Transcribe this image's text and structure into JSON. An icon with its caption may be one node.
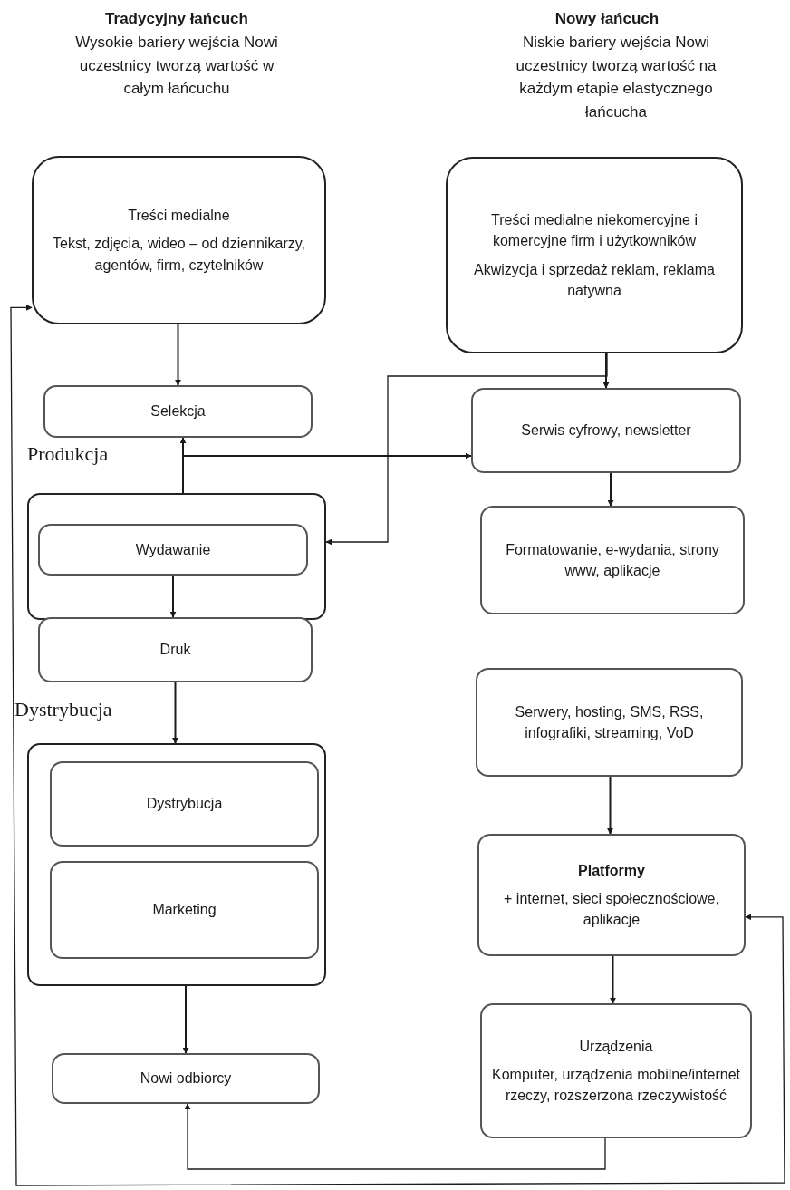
{
  "diagram": {
    "nodes": [
      {
        "text": [
          "Treści medialne",
          "Tekst, zdjęcia, wideo – od dziennikarzy, agentów, firm, czytelników"
        ]
      },
      {
        "text": [
          "Selekcja"
        ]
      },
      {
        "text": [
          "Produkcja"
        ]
      },
      {
        "text": [
          "Wydawanie"
        ],
        "in": 2
      },
      {
        "text": [
          "Druk"
        ]
      },
      {
        "text": [
          "Dystrybucja"
        ]
      },
      {
        "text": [
          "Dystrybucja"
        ],
        "in": 5
      },
      {
        "text": [
          "Marketing"
        ],
        "in": 5
      },
      {
        "text": [
          "Nowi odbiorcy"
        ]
      },
      {
        "text": [
          "Treści medialne niekomercyjne i komercyjne firm i użytkowników",
          "Akwizycja i sprzedaż reklam, reklama natywna"
        ]
      },
      {
        "text": [
          "Serwis cyfrowy, newsletter"
        ]
      },
      {
        "text": [
          "Formatowanie, e-wydania, strony www, aplikacje"
        ]
      },
      {
        "text": [
          "Serwery, hosting, SMS, RSS, infografiki, streaming, VoD"
        ]
      },
      {
        "text": [
          "Platformy",
          "+ internet, sieci społecznościowe, aplikacje"
        ]
      },
      {
        "text": [
          "Urządzenia",
          "Komputer, urządzenia mobilne/internet rzeczy, rozszerzona rzeczywistość"
        ]
      }
    ],
    "edges": [
      {
        "from": 0,
        "to": 1,
        "arrow": "to"
      },
      {
        "from": 2,
        "to": 1,
        "arrow": "to"
      },
      {
        "from": 2,
        "to": 10,
        "arrow": "to"
      },
      {
        "from": 9,
        "to": 10,
        "arrow": "to"
      },
      {
        "from": 9,
        "to": 2,
        "arrow": "to"
      },
      {
        "from": 3,
        "to": 4,
        "arrow": "to"
      },
      {
        "from": 4,
        "to": 5,
        "arrow": "to"
      },
      {
        "from": 5,
        "to": 8,
        "arrow": "to"
      },
      {
        "from": 10,
        "to": 11,
        "arrow": "to"
      },
      {
        "from": 12,
        "to": 13,
        "arrow": "to"
      },
      {
        "from": 13,
        "to": 14,
        "arrow": "to"
      },
      {
        "from": 14,
        "to": 8,
        "arrow": "to"
      },
      {
        "from": 0,
        "to": 13,
        "arrow": "both"
      }
    ],
    "labels": [
      "Tradycyjny łańcuch",
      "Wysokie bariery wejścia Nowi uczestnicy tworzą wartość w całym łańcuchu",
      "Nowy łańcuch",
      "Niskie bariery wejścia Nowi uczestnicy tworzą wartość na każdym etapie elastycznego łańcucha"
    ]
  }
}
